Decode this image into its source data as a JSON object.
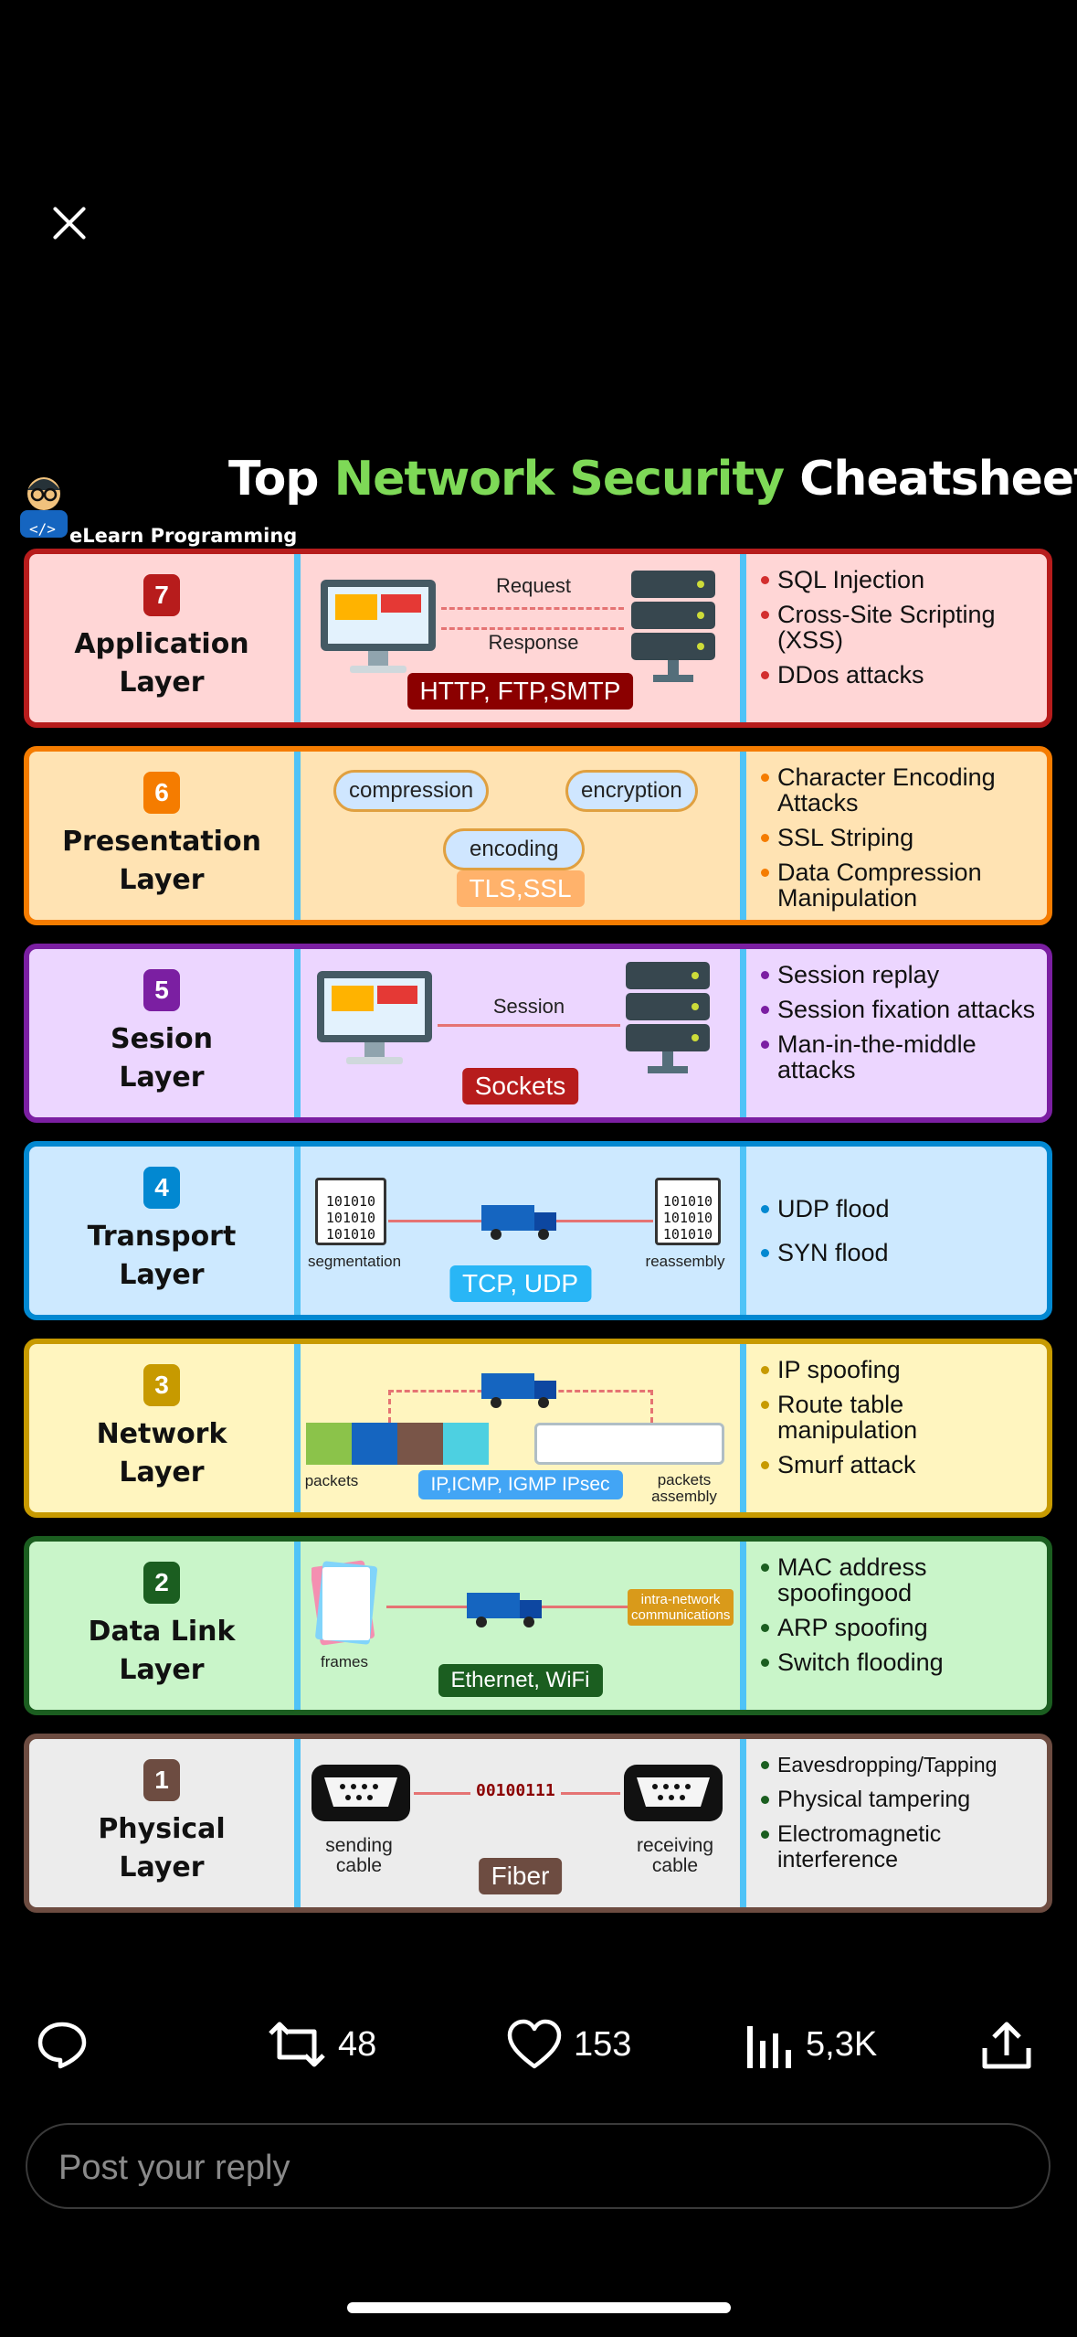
{
  "brand": {
    "name": "eLearn Programming"
  },
  "title": {
    "part1": "Top",
    "part2": "Network Security",
    "part3": "Cheatsheet"
  },
  "layers": [
    {
      "num": "7",
      "name_l1": "Application",
      "name_l2": "Layer",
      "labels": [
        "Request",
        "Response"
      ],
      "protocol": "HTTP, FTP,SMTP",
      "threats": [
        "SQL Injection",
        "Cross-Site Scripting (XSS)",
        "DDos attacks"
      ]
    },
    {
      "num": "6",
      "name_l1": "Presentation",
      "name_l2": "Layer",
      "labels": [
        "compression",
        "encryption",
        "encoding"
      ],
      "protocol": "TLS,SSL",
      "threats": [
        "Character Encoding Attacks",
        "SSL Striping",
        "Data Compression Manipulation"
      ]
    },
    {
      "num": "5",
      "name_l1": "Sesion",
      "name_l2": "Layer",
      "labels": [
        "Session"
      ],
      "protocol": "Sockets",
      "threats": [
        "Session replay",
        "Session fixation attacks",
        "Man-in-the-middle attacks"
      ]
    },
    {
      "num": "4",
      "name_l1": "Transport",
      "name_l2": "Layer",
      "labels": [
        "segmentation",
        "reassembly",
        "101010"
      ],
      "protocol": "TCP, UDP",
      "threats": [
        "UDP flood",
        "SYN flood"
      ]
    },
    {
      "num": "3",
      "name_l1": "Network",
      "name_l2": "Layer",
      "labels": [
        "packets",
        "packets assembly"
      ],
      "protocol": "IP,ICMP, IGMP IPsec",
      "threats": [
        "IP spoofing",
        "Route table manipulation",
        "Smurf attack"
      ]
    },
    {
      "num": "2",
      "name_l1": "Data Link",
      "name_l2": "Layer",
      "labels": [
        "frames",
        "intra-network communications"
      ],
      "protocol": "Ethernet, WiFi",
      "threats": [
        "MAC address spoofingood",
        "ARP spoofing",
        "Switch flooding"
      ]
    },
    {
      "num": "1",
      "name_l1": "Physical",
      "name_l2": "Layer",
      "labels": [
        "sending cable",
        "receiving cable",
        "00100111"
      ],
      "protocol": "Fiber",
      "threats": [
        "Eavesdropping/Tapping",
        "Physical tampering",
        "Electromagnetic interference"
      ]
    }
  ],
  "actions": {
    "retweets": "48",
    "likes": "153",
    "views": "5,3K"
  },
  "reply": {
    "placeholder": "Post your reply"
  },
  "colors": {
    "l7": "#b71c1c",
    "l6": "#f57c00",
    "l5": "#7b1fa2",
    "l4": "#0288d1",
    "l3": "#c79a00",
    "l2": "#1b5e20",
    "l1": "#6d4c41"
  }
}
